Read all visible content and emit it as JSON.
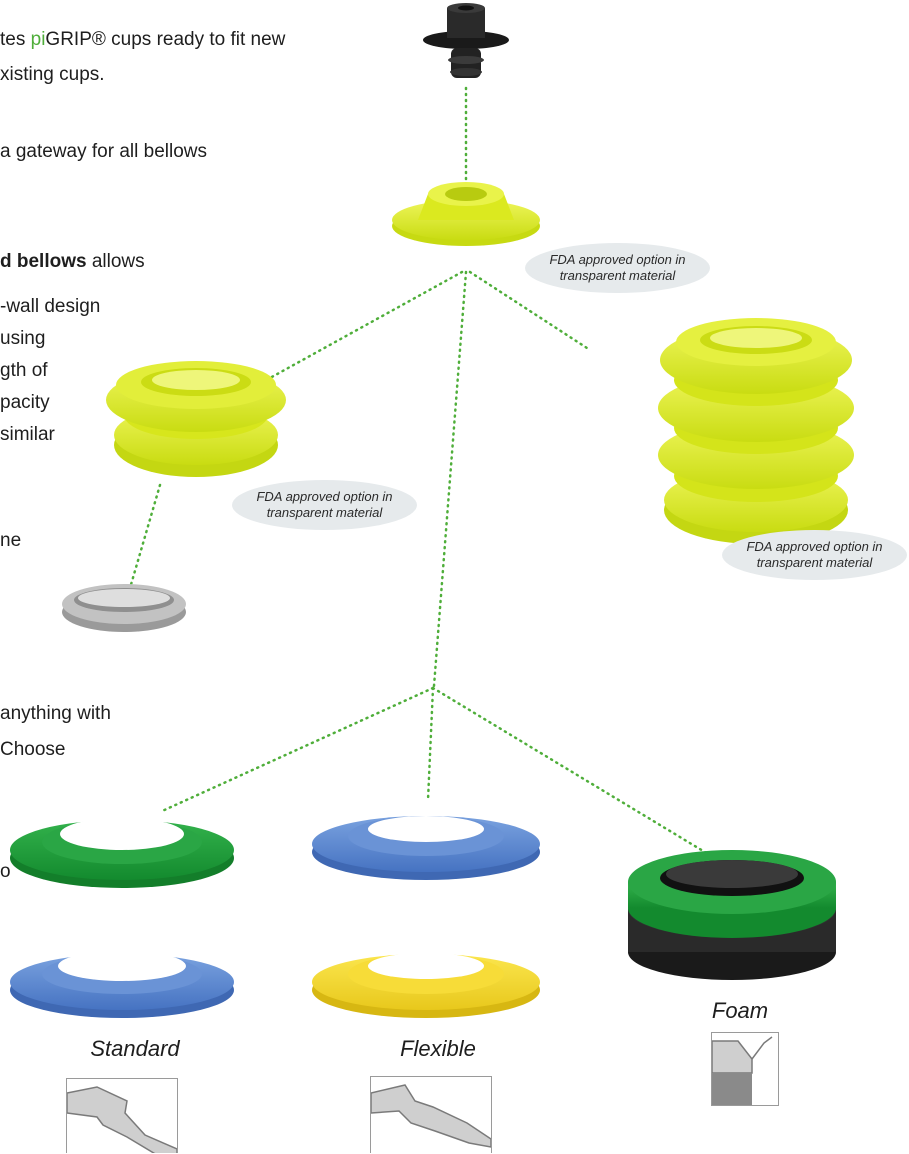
{
  "text": {
    "line1": {
      "pre": "tes ",
      "brand": "pi",
      "post": "GRIP® cups ready to fit new"
    },
    "line2": "xisting cups.",
    "line3": "a gateway for all bellows",
    "line4": {
      "bold": "d bellows",
      "post": " allows"
    },
    "line5": "-wall design",
    "line6": "using",
    "line7": "gth of",
    "line8": "pacity",
    "line9": "similar",
    "line10": "ne",
    "line11": "anything with",
    "line12": "Choose",
    "line13": "o"
  },
  "notes": {
    "top": "FDA approved option in transparent material",
    "left": "FDA approved option in transparent material",
    "right": "FDA approved option in transparent material"
  },
  "labels": {
    "standard": "Standard",
    "flexible": "Flexible",
    "foam": "Foam"
  },
  "colors": {
    "lime": "#d8e81c",
    "green": "#1f9a3a",
    "blue": "#5a86cf",
    "yellow": "#f3d92a",
    "gray": "#b5b5b5",
    "dots": "#4fae3a",
    "brand": "#4fae3a"
  }
}
